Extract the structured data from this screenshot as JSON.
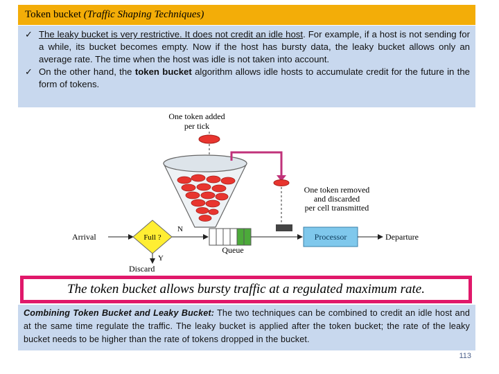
{
  "title": {
    "main": "Token bucket",
    "sub": "(Traffic Shaping Techniques)"
  },
  "bullets": {
    "b1_link": "The leaky bucket is very restrictive. It does not credit an idle host",
    "b1_rest": ". For example, if a host is not sending for a while, its bucket becomes empty. Now if the host has bursty data, the leaky bucket allows only an average rate. The time when the host was idle is not taken into account.",
    "b2_pre": "On the other hand, the ",
    "b2_bold": "token bucket",
    "b2_rest": " algorithm allows idle hosts to accumulate credit for the future in the form of tokens.",
    "mark": "✓"
  },
  "diagram": {
    "token_added": [
      "One token added",
      "per tick"
    ],
    "token_removed": [
      "One token removed",
      "and discarded",
      "per cell transmitted"
    ],
    "arrival": "Arrival",
    "full": "Full ?",
    "n": "N",
    "y": "Y",
    "discard": "Discard",
    "queue": "Queue",
    "processor": "Processor",
    "departure": "Departure"
  },
  "banner": "The token bucket allows bursty traffic at a regulated maximum rate.",
  "combo": {
    "lead": "Combining Token Bucket and Leaky Bucket:",
    "text": " The two techniques can be combined to credit an idle host and at the same time regulate the traffic. The leaky bucket is applied after the token bucket; the rate of the leaky bucket needs to be higher than the rate of tokens dropped in the bucket."
  },
  "page_number": "113",
  "colors": {
    "title_bg": "#f3ad08",
    "panel_bg": "#c8d8ee",
    "banner_border": "#e0186a",
    "token": "#e8352f",
    "pipe": "#c0327a",
    "queue_cell": "#4caa3a",
    "processor": "#7fc8ec",
    "decision": "#ffee33"
  }
}
